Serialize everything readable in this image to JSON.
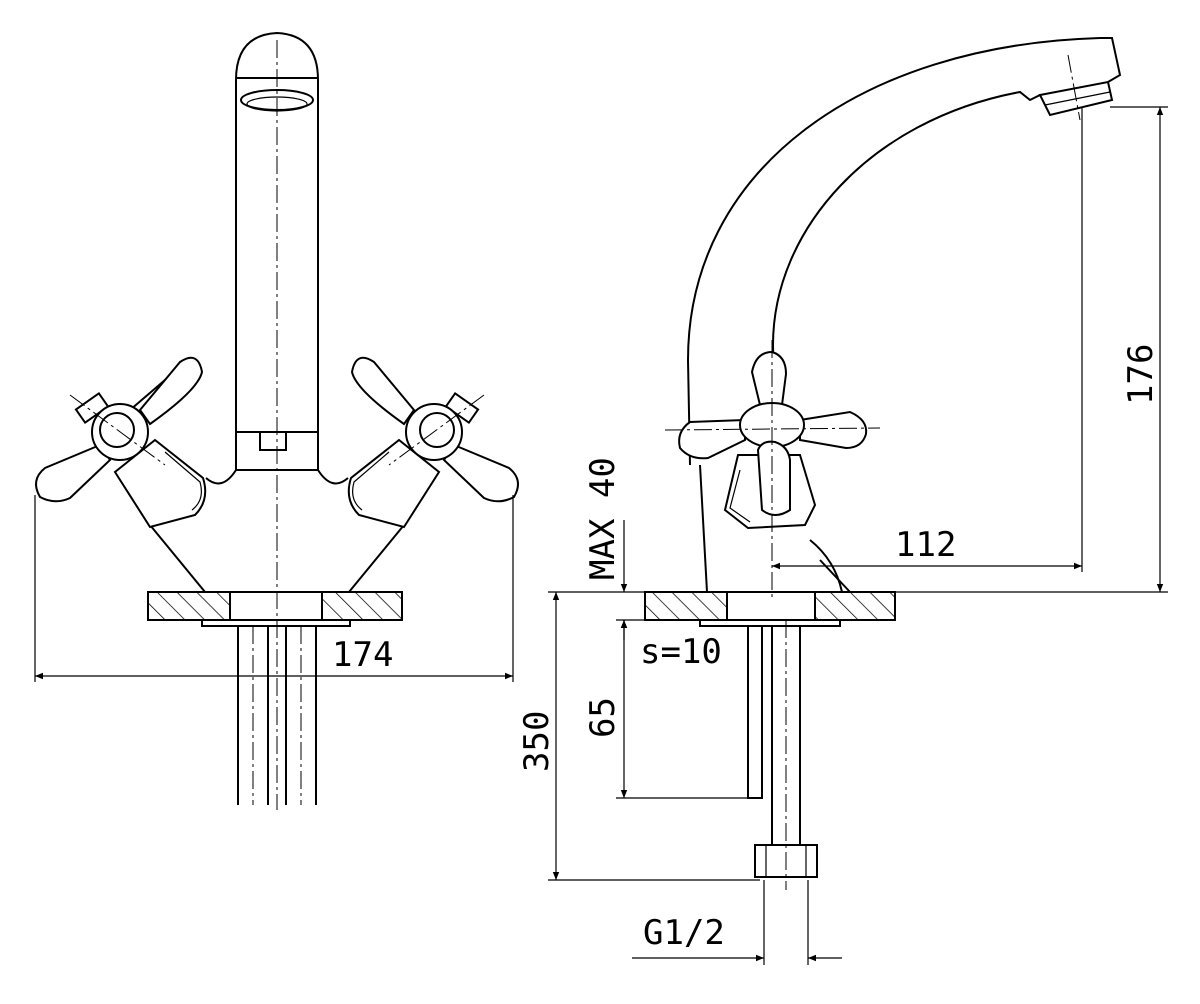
{
  "dimensions": {
    "front_width": "174",
    "spout_height": "176",
    "spout_reach": "112",
    "max_thickness": "MAX 40",
    "wall_thickness": "s=10",
    "stud_length": "65",
    "hose_length": "350",
    "thread": "G1/2"
  },
  "colors": {
    "line": "#000000",
    "background": "#ffffff"
  }
}
